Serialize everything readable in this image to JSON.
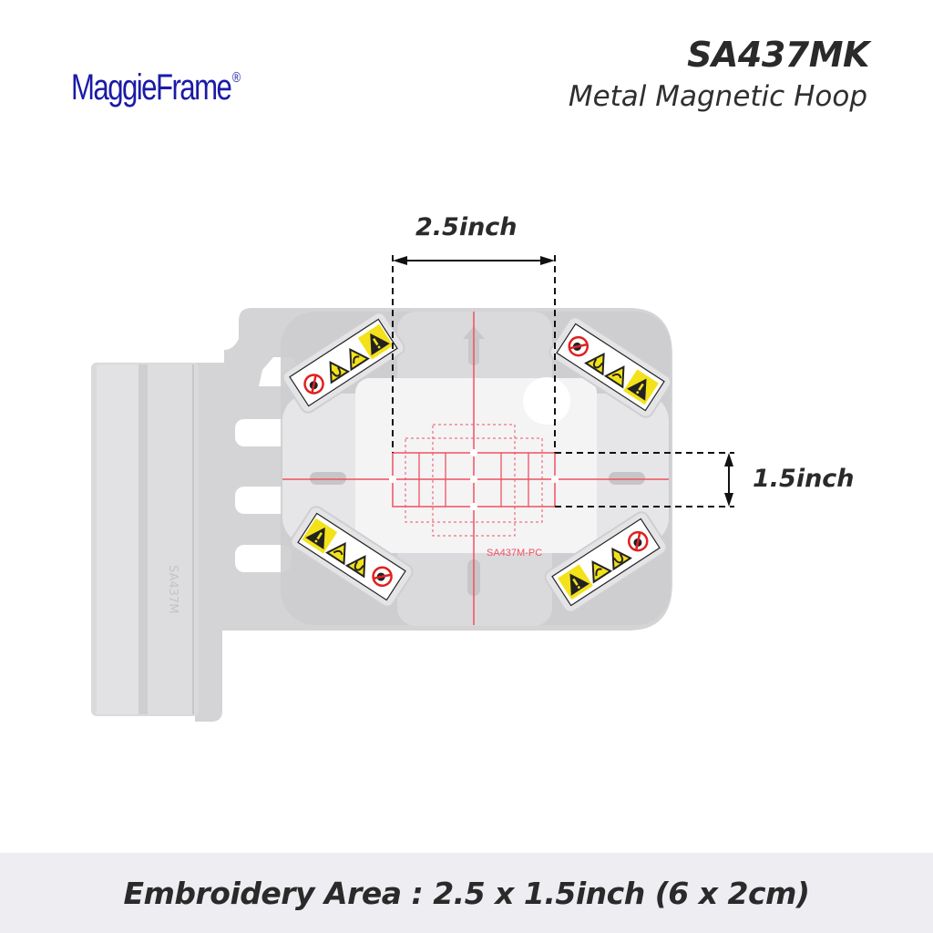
{
  "header": {
    "brand": "MaggieFrame",
    "brand_mark": "®",
    "model": "SA437MK",
    "subtitle": "Metal Magnetic Hoop"
  },
  "diagram": {
    "width_label": "2.5inch",
    "height_label": "1.5inch",
    "hoop_part_label": "SA437M-PC",
    "side_embossed_text": "SA437M",
    "warning_labels": [
      {
        "position": "top-left",
        "icons": [
          "no-pacemaker-icon",
          "magnet-warning-icon",
          "pinch-warning-icon",
          "caution-icon"
        ]
      },
      {
        "position": "top-right",
        "icons": [
          "no-pacemaker-icon",
          "magnet-warning-icon",
          "pinch-warning-icon",
          "caution-icon"
        ]
      },
      {
        "position": "bottom-left",
        "icons": [
          "caution-icon",
          "pinch-warning-icon",
          "magnet-warning-icon",
          "no-pacemaker-icon"
        ]
      },
      {
        "position": "bottom-right",
        "icons": [
          "caution-icon",
          "pinch-warning-icon",
          "magnet-warning-icon",
          "no-pacemaker-icon"
        ]
      }
    ],
    "colors": {
      "frame": "#d4d4d6",
      "bracket": "#dadadc",
      "grid_red": "#f0505e",
      "warning_yellow": "#f3e21a",
      "dimension_line": "#111111"
    }
  },
  "footer": {
    "text": "Embroidery Area : 2.5 x 1.5inch (6 x 2cm)"
  }
}
